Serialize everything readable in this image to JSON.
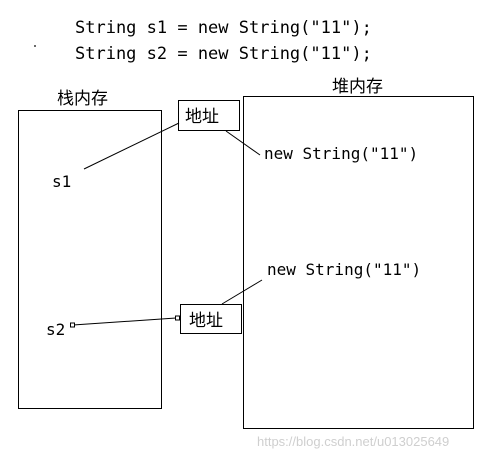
{
  "code": {
    "line1": "String s1 = new String(\"11\");",
    "line2": "String s2 = new String(\"11\");"
  },
  "stack": {
    "title": "栈内存",
    "var1": "s1",
    "var2": "s2"
  },
  "heap": {
    "title": "堆内存",
    "obj1": "new String(\"11\")",
    "obj2": "new String(\"11\")"
  },
  "address": {
    "label1": "地址",
    "label2": "地址"
  },
  "watermark": "https://blog.csdn.net/u013025649"
}
